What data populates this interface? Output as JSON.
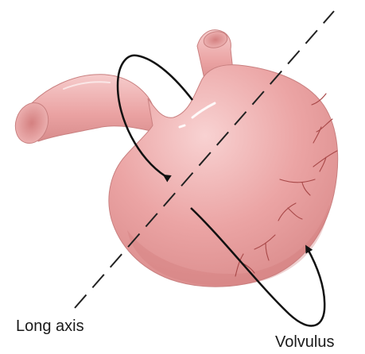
{
  "labels": {
    "long_axis": "Long axis",
    "volvulus": "Volvulus"
  },
  "colors": {
    "stomach_fill": "#eaa0a0",
    "stomach_light": "#f6cccc",
    "stomach_dark": "#cc7676",
    "vessels": "#a84848",
    "outline": "#c98080",
    "axis_line": "#222222",
    "arrow": "#111111"
  },
  "icons": {
    "rotation_arrow": "curved-arrow",
    "axis": "dashed-line"
  }
}
